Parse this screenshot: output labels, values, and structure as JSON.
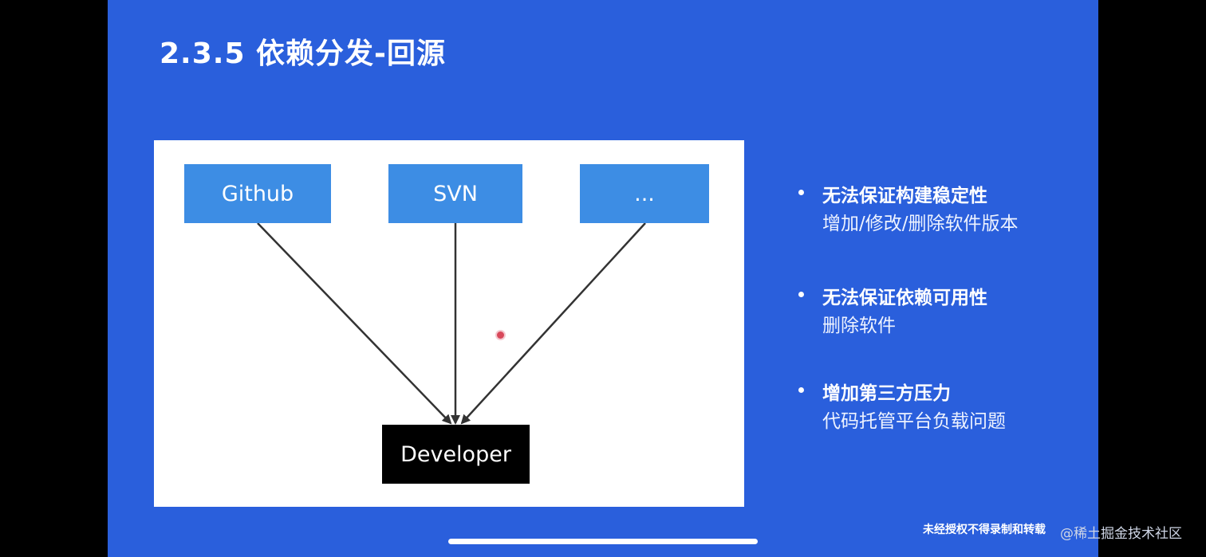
{
  "slide": {
    "title": "2.3.5 依赖分发-回源",
    "background": "#2a5fdc"
  },
  "diagram": {
    "sources": [
      {
        "label": "Github"
      },
      {
        "label": "SVN"
      },
      {
        "label": "..."
      }
    ],
    "target": {
      "label": "Developer"
    },
    "source_color": "#3d8de4",
    "target_color": "#000000"
  },
  "bullets": [
    {
      "title": "无法保证构建稳定性",
      "desc": "增加/修改/删除软件版本"
    },
    {
      "title": "无法保证依赖可用性",
      "desc": "删除软件"
    },
    {
      "title": "增加第三方压力",
      "desc": "代码托管平台负载问题"
    }
  ],
  "footer": {
    "notice": "未经授权不得录制和转载",
    "watermark": "@稀土掘金技术社区"
  }
}
